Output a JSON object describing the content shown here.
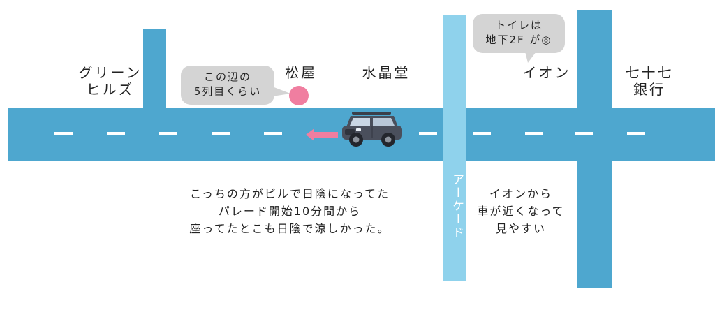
{
  "colors": {
    "road": "#4ea7cf",
    "arcade": "#8fd2ec",
    "pin": "#f07ea0",
    "bubble": "#d4d4d4",
    "car": "#4a4f5c",
    "arrow": "#f07ea0"
  },
  "places": {
    "green_hills": [
      "グリーン",
      "ヒルズ"
    ],
    "matsuya": "松屋",
    "suishodo": "水晶堂",
    "aeon": "イオン",
    "bank": [
      "七十七",
      "銀行"
    ]
  },
  "bubbles": {
    "viewing_spot": [
      "この辺の",
      "5列目くらい"
    ],
    "toilet": [
      "トイレは",
      "地下2F が◎"
    ]
  },
  "arcade_label": "アーケード",
  "notes": {
    "shade": [
      "こっちの方がビルで日陰になってた",
      "パレード開始10分間から",
      "座ってたとこも日陰で涼しかった。"
    ],
    "aeon_side": [
      "イオンから",
      "車が近くなって",
      "見やすい"
    ]
  },
  "icons": {
    "car": "car-icon",
    "arrow": "arrow-left-icon",
    "pin": "location-dot"
  }
}
